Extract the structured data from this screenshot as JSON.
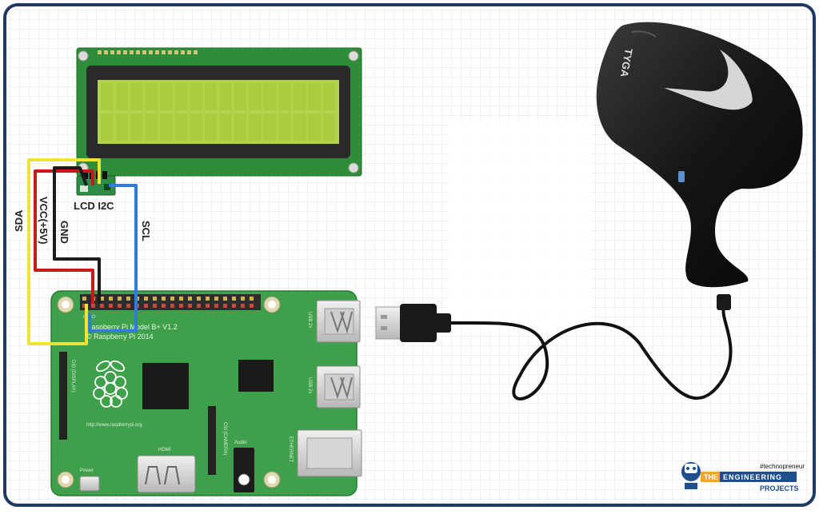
{
  "lcd": {
    "module_label": "LCD I2C"
  },
  "wires": {
    "sda": {
      "label": "SDA",
      "color": "#f2e233"
    },
    "vcc": {
      "label": "VCC(+5V)",
      "color": "#c81a1a"
    },
    "gnd": {
      "label": "GND",
      "color": "#1c1c1c"
    },
    "scl": {
      "label": "SCL",
      "color": "#2f7bd6"
    }
  },
  "pi": {
    "model": "Raspberry Pi Model B+ V1.2",
    "copyright": "© Raspberry Pi 2014",
    "usb1": "USB 2x",
    "usb2": "USB 2x",
    "hdmi": "HDMI",
    "audio": "Audio",
    "ethernet": "ETHERNET",
    "power": "Power",
    "dsi": "DSI (DISPLAY)",
    "csi": "CSI (CAMERA)",
    "url": "http://www.raspberrypi.org",
    "gpio": "GPIO"
  },
  "scanner": {
    "brand": "TYGA"
  },
  "logo": {
    "tagline": "#technopreneur",
    "the": "THE",
    "name": "ENGINEERING",
    "sub": "PROJECTS"
  },
  "colors": {
    "frame": "#1f3864",
    "pcb": "#3fa04b",
    "lcd_screen": "#b3d44a",
    "lcd_board": "#2f8d3a",
    "i2c_module": "#2e8c4a"
  }
}
